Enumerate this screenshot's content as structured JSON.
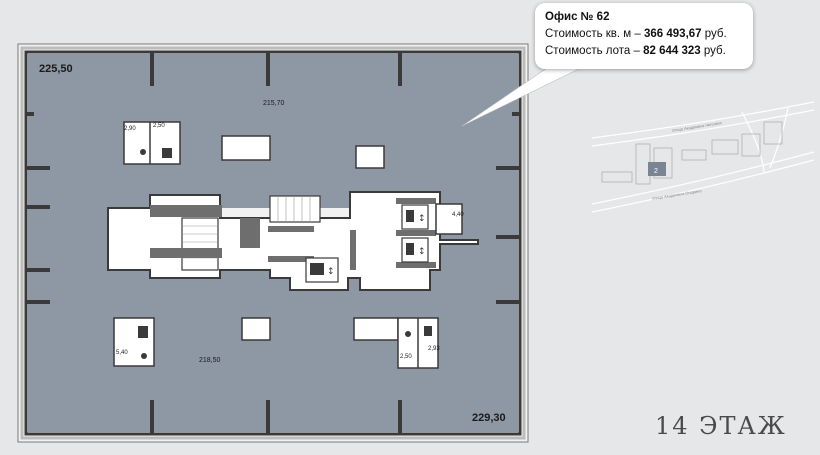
{
  "office": {
    "title": "Офис № 62",
    "price_per_sqm_label": "Стоимость кв. м – ",
    "price_per_sqm_value": "366 493,67",
    "price_per_sqm_unit": " руб.",
    "lot_price_label": "Стоимость лота – ",
    "lot_price_value": "82 644 323",
    "lot_price_unit": " руб."
  },
  "floor": {
    "label": "14 ЭТАЖ"
  },
  "areas": {
    "top_total": "225,50",
    "top_hall": "215,70",
    "top_wc_a": "2,90",
    "top_wc_b": "2,50",
    "core_small": "4,40",
    "bottom_total": "229,30",
    "bottom_hall": "218,50",
    "bottom_wc_left": "5,40",
    "bottom_wc_a": "2,50",
    "bottom_wc_b": "2,93"
  },
  "minimap": {
    "street_top": "Улица Академика Челомея",
    "street_bottom": "Улица Академика Опарина",
    "building_number": "2"
  },
  "colors": {
    "background": "#e6e7e8",
    "plan_fill": "#8e97a4",
    "wall": "#3a3a3a",
    "core": "#ffffff"
  }
}
